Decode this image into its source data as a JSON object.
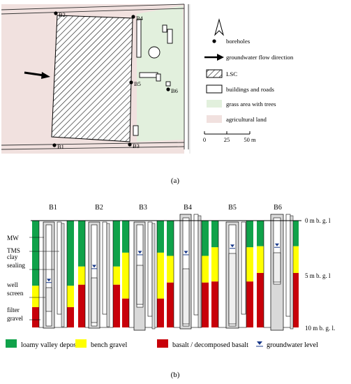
{
  "panel_a": {
    "label": "(a)",
    "map": {
      "boreholes": [
        {
          "id": "B1"
        },
        {
          "id": "B2"
        },
        {
          "id": "B3"
        },
        {
          "id": "B4"
        },
        {
          "id": "B5"
        },
        {
          "id": "B6"
        }
      ]
    },
    "legend": [
      {
        "key": "boreholes",
        "symbol": "dot",
        "label": "boreholes"
      },
      {
        "key": "flow",
        "symbol": "arrow",
        "label": "groundwater flow direction"
      },
      {
        "key": "lsc",
        "symbol": "hatch",
        "label": "LSC"
      },
      {
        "key": "buildings",
        "symbol": "outline",
        "label": "buildings and roads"
      },
      {
        "key": "grass",
        "symbol": "fill",
        "color": "#e2f0dd",
        "label": "grass area with trees"
      },
      {
        "key": "agri",
        "symbol": "fill",
        "color": "#f1e1df",
        "label": "agricultural land"
      }
    ],
    "scalebar": {
      "ticks": [
        "0",
        "25",
        "50 m"
      ],
      "length_m": 50
    }
  },
  "panel_b": {
    "label": "(b)",
    "max_depth_m": 10,
    "depth_labels": [
      "0 m b. g. l",
      "5 m b. g. l",
      "10 m b. g. l."
    ],
    "component_labels": [
      "MW",
      "TMS",
      "clay\nsealing",
      "well\nscreen",
      "filter\ngravel"
    ],
    "colors": {
      "loamy": "#10a24a",
      "bench": "#ffff00",
      "basalt": "#c8000a",
      "groundwater": "#1a3a8a"
    },
    "boreholes": [
      {
        "id": "B1",
        "loamy_m": 6.1,
        "bench_m": 2.0,
        "gw_m": 5.7
      },
      {
        "id": "B2",
        "loamy_m": 4.3,
        "bench_m": 1.7,
        "gw_m": 4.4
      },
      {
        "id": "B3",
        "loamy_m": 3.0,
        "bench_m": 4.3,
        "gw_m": 3.1
      },
      {
        "id": "B4",
        "loamy_m": 3.3,
        "bench_m": 2.5,
        "gw_m": 3.1
      },
      {
        "id": "B5",
        "loamy_m": 2.5,
        "bench_m": 3.2,
        "gw_m": 2.5
      },
      {
        "id": "B6",
        "loamy_m": 2.4,
        "bench_m": 2.5,
        "gw_m": 2.4
      }
    ],
    "legend": [
      {
        "key": "loamy",
        "label": "loamy valley deposits"
      },
      {
        "key": "bench",
        "label": "bench gravel"
      },
      {
        "key": "basalt",
        "label": "basalt / decomposed basalt"
      },
      {
        "key": "groundwater",
        "label": "groundwater level"
      }
    ]
  }
}
